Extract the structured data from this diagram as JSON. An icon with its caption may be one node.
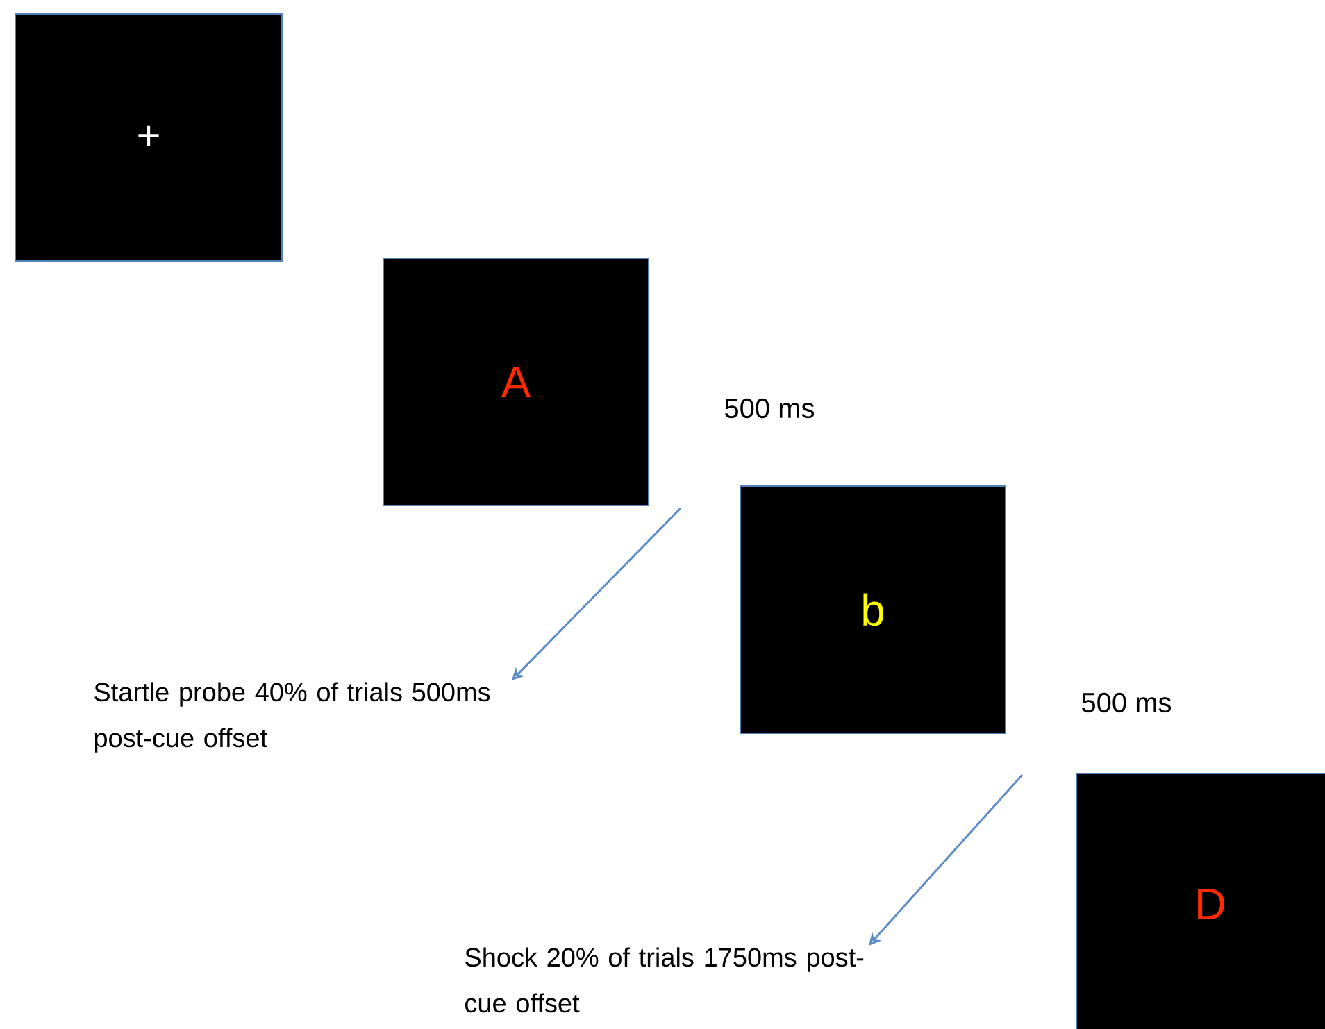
{
  "diagram": {
    "nodes": [
      {
        "text": [
          "+"
        ]
      },
      {
        "text": [
          "A"
        ]
      },
      {
        "text": [
          "b"
        ]
      },
      {
        "text": [
          "D"
        ]
      },
      {
        "text": [
          "Startle probe 40% of trials 500ms post-cue offset"
        ]
      },
      {
        "text": [
          "Shock 20% of trials 1750ms post-cue offset"
        ]
      }
    ],
    "edges": [
      {
        "from": null,
        "to": 4,
        "arrow": "to"
      },
      {
        "from": null,
        "to": 5,
        "arrow": "to"
      }
    ],
    "labels": [
      "500 ms",
      "500 ms"
    ]
  }
}
